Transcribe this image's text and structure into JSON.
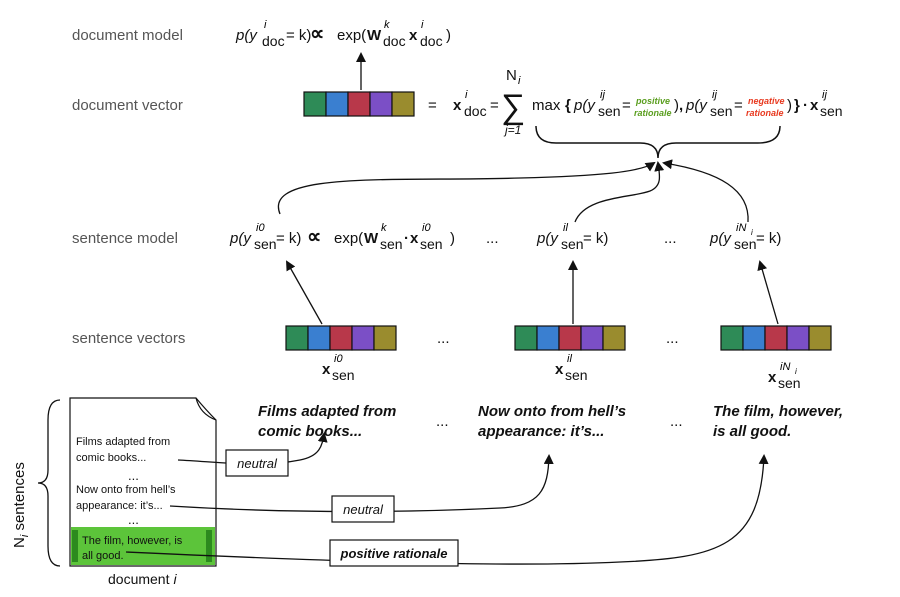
{
  "labels": {
    "document_model": "document model",
    "document_vector": "document vector",
    "sentence_model": "sentence model",
    "sentence_vectors": "sentence vectors"
  },
  "ellipsis": "...",
  "ellipsis_vertical": "...",
  "formula": {
    "p": "p(y",
    "doc": "doc",
    "eq_k": "= k)",
    "propto": "∝",
    "exp": "exp(",
    "W": "W",
    "x": "x",
    "close": ")",
    "sup_i": "i",
    "sup_k": "k",
    "equals": "=",
    "sigma": "∑",
    "sum_top": "N",
    "sum_top_sub": "i",
    "sum_bottom": "j=1",
    "max": "max",
    "open_brace": "{",
    "close_brace": "}",
    "cdot": "·",
    "comma": ",",
    "sen": "sen",
    "sup_ij": "ij",
    "sup_i0": "i0",
    "sup_il": "il",
    "sup_iN": "iN",
    "sup_iN_sub": "i",
    "positive": "positive",
    "rationale": "rationale",
    "negative": "negative"
  },
  "sentences": {
    "s1": [
      "Films adapted from",
      "comic books..."
    ],
    "s2": [
      "Now onto from hell’s",
      "appearance: it’s..."
    ],
    "s3": [
      "The film, however,",
      "is all good."
    ]
  },
  "document": {
    "lines_a": [
      "Films adapted from",
      "comic books..."
    ],
    "lines_b": [
      "Now onto from hell’s",
      "appearance: it’s..."
    ],
    "lines_c": [
      "The film, however, is",
      "all good."
    ],
    "caption": "document",
    "caption_i": "i",
    "side_label_N": "N",
    "side_label_i": "i",
    "side_label_rest": " sentences"
  },
  "tags": {
    "neutral_1": "neutral",
    "neutral_2": "neutral",
    "positive_rationale": "positive rationale"
  },
  "colors": {
    "vector": [
      "#2e8b57",
      "#3a7fd0",
      "#b8384a",
      "#7b4fc6",
      "#9a8c2e"
    ],
    "positive_text": "#5a9e1e",
    "negative_text": "#e8381e",
    "highlight": "#5cc43a"
  }
}
